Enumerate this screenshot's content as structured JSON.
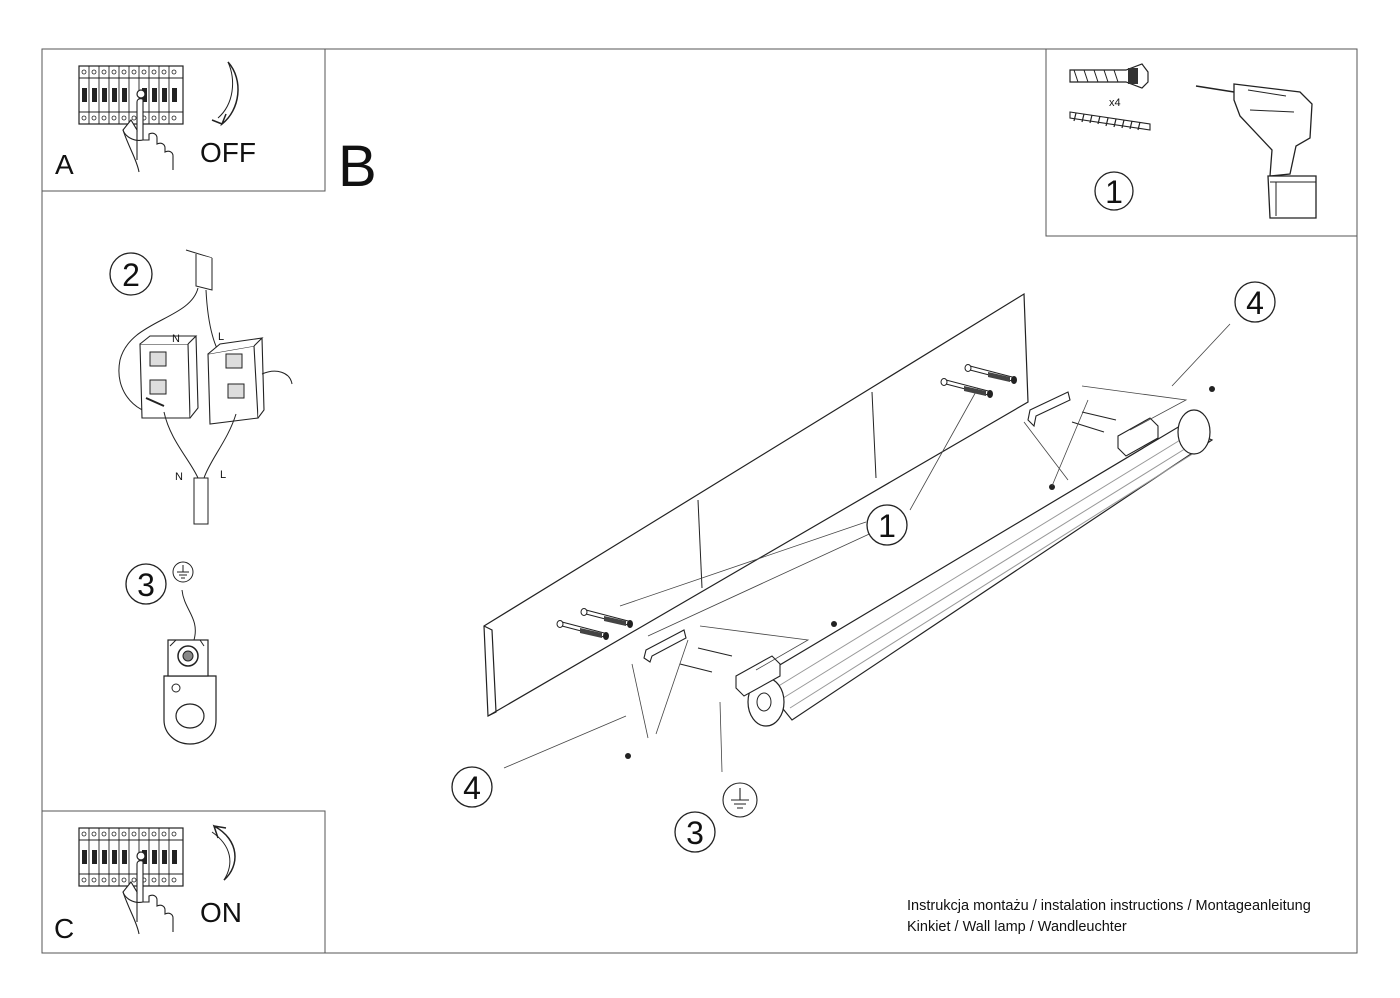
{
  "panel_a": {
    "letter": "A",
    "action": "OFF"
  },
  "panel_c": {
    "letter": "C",
    "action": "ON"
  },
  "panel_b": {
    "letter": "B"
  },
  "steps": {
    "tools_step": "1",
    "tools_quantity": "x4",
    "wiring_step": "2",
    "wiring_labels": {
      "neutral": "N",
      "live": "L"
    },
    "ground_step": "3",
    "callout_1": "1",
    "callout_3": "3",
    "callout_4_left": "4",
    "callout_4_right": "4"
  },
  "icons": [
    "breaker-panel-icon",
    "hand-icon",
    "curved-arrow-icon",
    "wall-plug-icon",
    "screw-icon",
    "drill-icon",
    "terminal-block-icon",
    "ground-symbol-icon",
    "wall-lamp-icon",
    "mounting-bracket-icon"
  ],
  "footer": {
    "line1": "Instrukcja montażu / instalation instructions / Montageanleitung",
    "line2": "Kinkiet / Wall lamp / Wandleuchter"
  }
}
